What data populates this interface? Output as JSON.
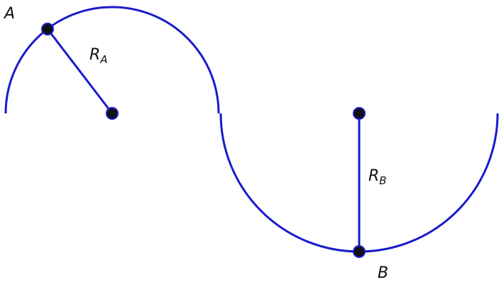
{
  "colors": {
    "curve": "#1a1acc",
    "point_fill": "#111111",
    "point_stroke": "#1a1acc",
    "text": "#111111"
  },
  "labels": {
    "point_a": "A",
    "point_b": "B",
    "radius_a_main": "R",
    "radius_a_sub": "A",
    "radius_b_main": "R",
    "radius_b_sub": "B"
  }
}
